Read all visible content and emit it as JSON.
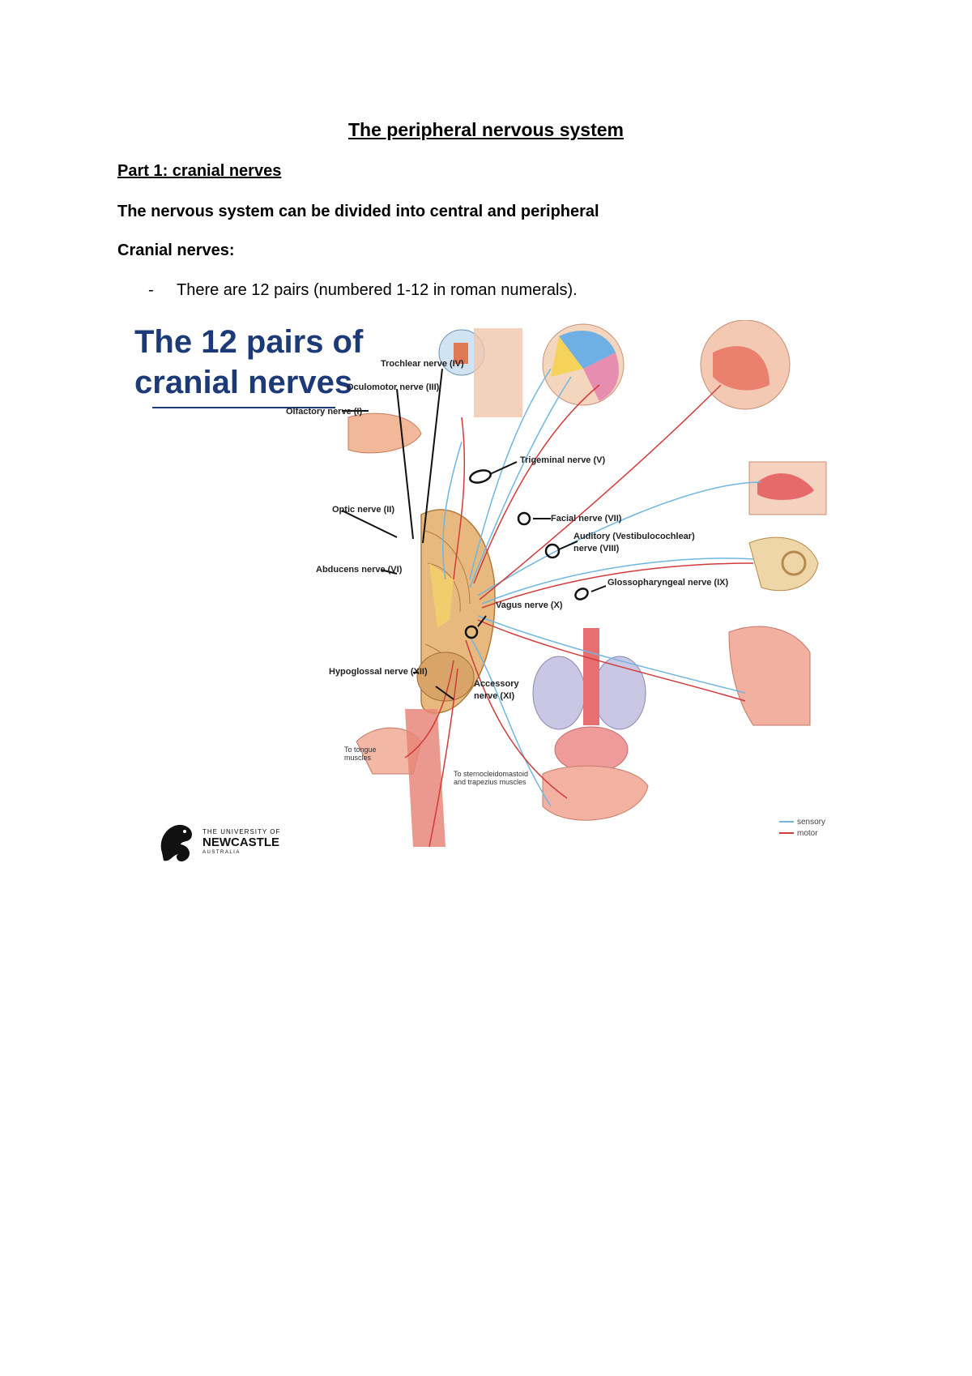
{
  "document": {
    "title": "The peripheral nervous system",
    "part_heading": "Part 1: cranial nerves",
    "intro": "The nervous system can be divided into central and peripheral",
    "cranial_heading": "Cranial nerves:",
    "bullet_dash": "-",
    "bullet_text": "There are 12 pairs (numbered 1-12 in roman numerals)."
  },
  "figure": {
    "title": "The 12 pairs of cranial nerves",
    "labels": {
      "trochlear": "Trochlear nerve (IV)",
      "oculomotor": "Oculomotor nerve (III)",
      "olfactory": "Olfactory nerve (I)",
      "trigeminal": "Trigeminal  nerve (V)",
      "optic": "Optic nerve (II)",
      "facial": "Facial nerve (VII)",
      "auditory_1": "Auditory (Vestibulocochlear)",
      "auditory_2": "nerve (VIII)",
      "abducens": "Abducens nerve (VI)",
      "glossopharyngeal": "Glossopharyngeal nerve (IX)",
      "vagus": "Vagus nerve (X)",
      "hypoglossal": "Hypoglossal nerve (XII)",
      "accessory_1": "Accessory",
      "accessory_2": "nerve (XI)",
      "tongue_1": "To tongue",
      "tongue_2": "muscles",
      "sterno_1": "To sternocleidomastoid",
      "sterno_2": "and trapezius muscles"
    },
    "legend": {
      "sensory": "sensory",
      "motor": "motor",
      "sensory_color": "#6fb6e0",
      "motor_color": "#d23a3a"
    },
    "logo": {
      "line1": "THE UNIVERSITY OF",
      "line2": "NEWCASTLE",
      "line3": "AUSTRALIA"
    }
  }
}
